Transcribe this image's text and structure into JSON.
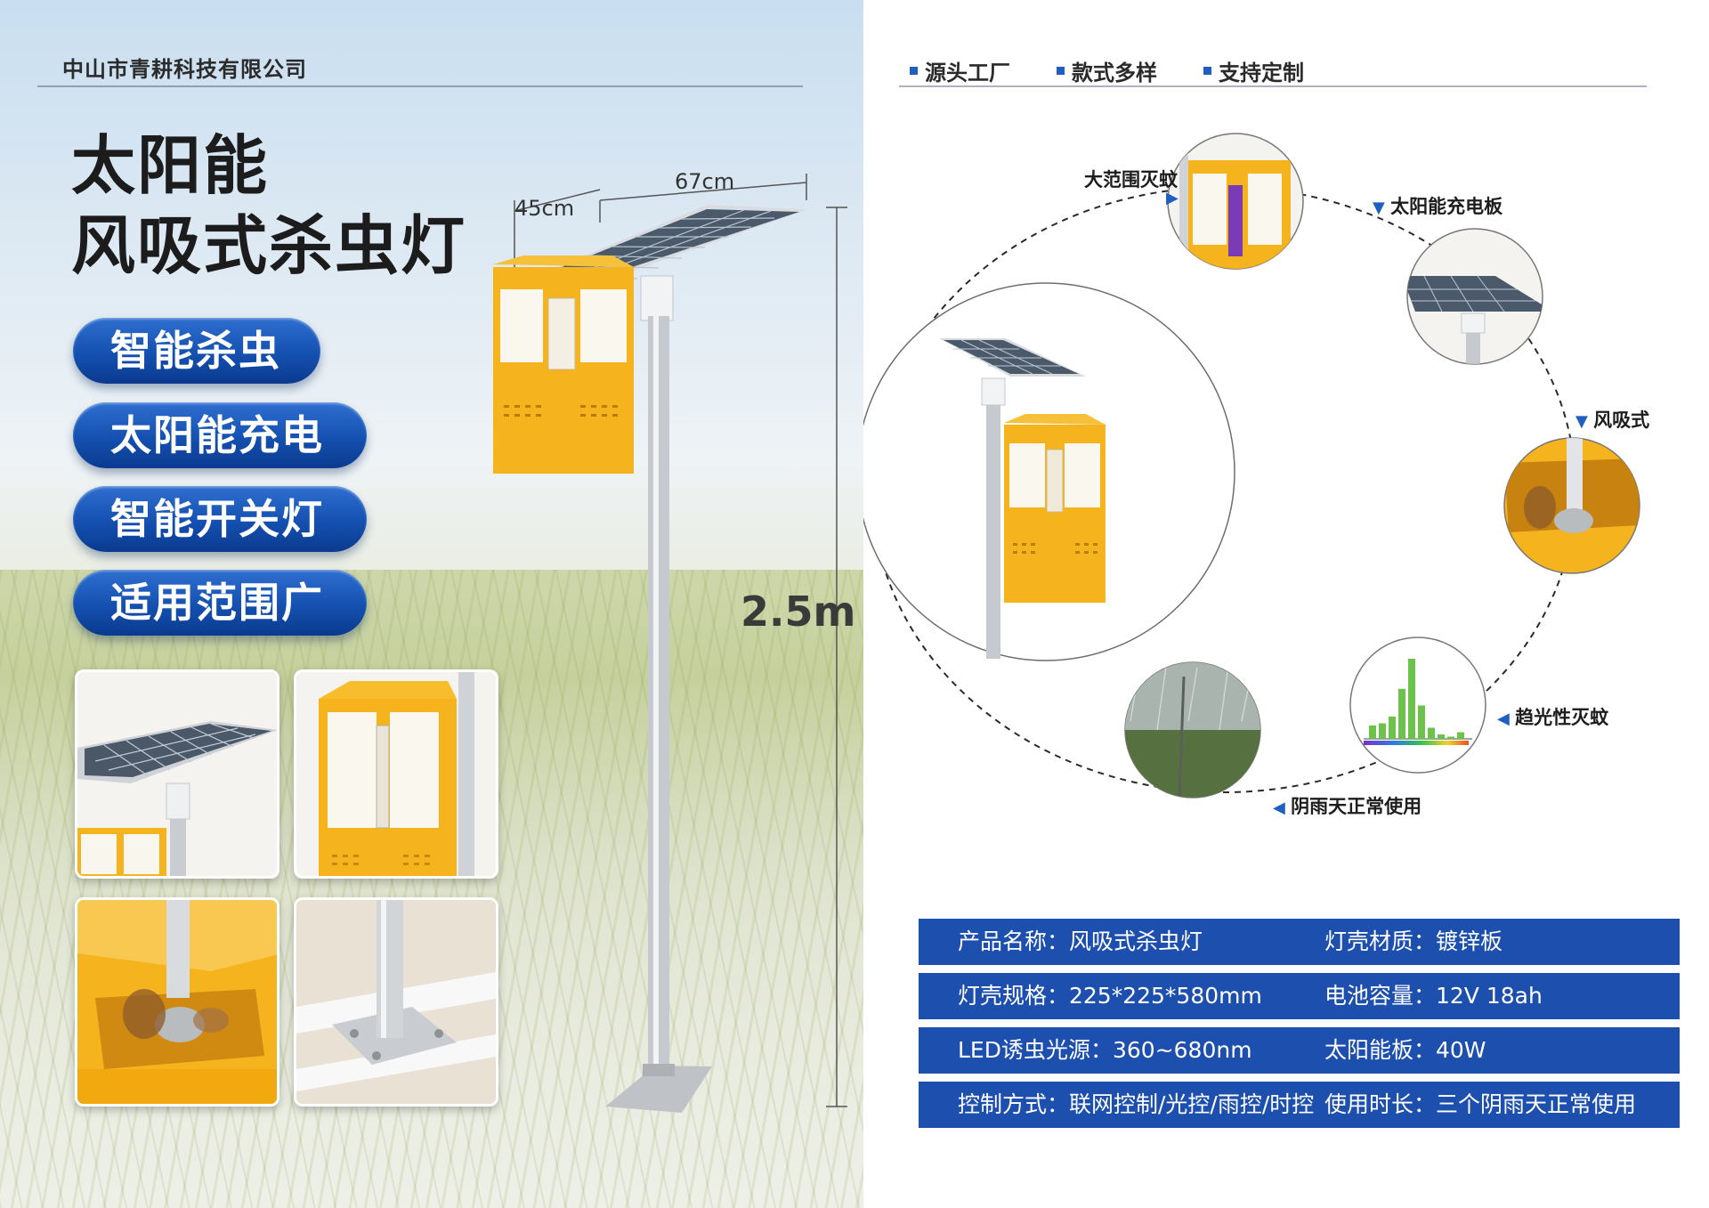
{
  "left": {
    "company": "中山市青耕科技有限公司",
    "title_line1": "太阳能",
    "title_line2": "风吸式杀虫灯",
    "feature_pills": [
      "智能杀虫",
      "太阳能充电",
      "智能开关灯",
      "适用范围广"
    ],
    "dimensions": {
      "width": "45cm",
      "length": "67cm",
      "height": "2.5m"
    },
    "thumbnails": [
      "solar-panel-closeup",
      "lamp-housing-closeup",
      "fan-basket-closeup",
      "pole-base-closeup"
    ]
  },
  "right": {
    "features": [
      "源头工厂",
      "款式多样",
      "支持定制"
    ],
    "callouts": {
      "wide_range": "大范围灭蚊",
      "solar_panel": "太阳能充电板",
      "wind_suction": "风吸式",
      "super_light": "趋光性灭蚊",
      "rainy_day": "阴雨天正常使用"
    },
    "chart_bars": [
      12,
      14,
      20,
      45,
      72,
      30,
      10,
      4,
      2,
      6
    ]
  },
  "specs": [
    {
      "left": "产品名称：风吸式杀虫灯",
      "right": "灯壳材质：镀锌板"
    },
    {
      "left": "灯壳规格：225*225*580mm",
      "right": "电池容量：12V  18ah"
    },
    {
      "left": "LED诱虫光源：360~680nm",
      "right": "太阳能板：40W"
    },
    {
      "left": "控制方式：联网控制/光控/雨控/时控",
      "right": "使用时长：三个阴雨天正常使用"
    }
  ],
  "colors": {
    "brand_blue": "#1d4fae",
    "lamp_yellow": "#f5b41e",
    "pill_blue": "#1450b0"
  }
}
